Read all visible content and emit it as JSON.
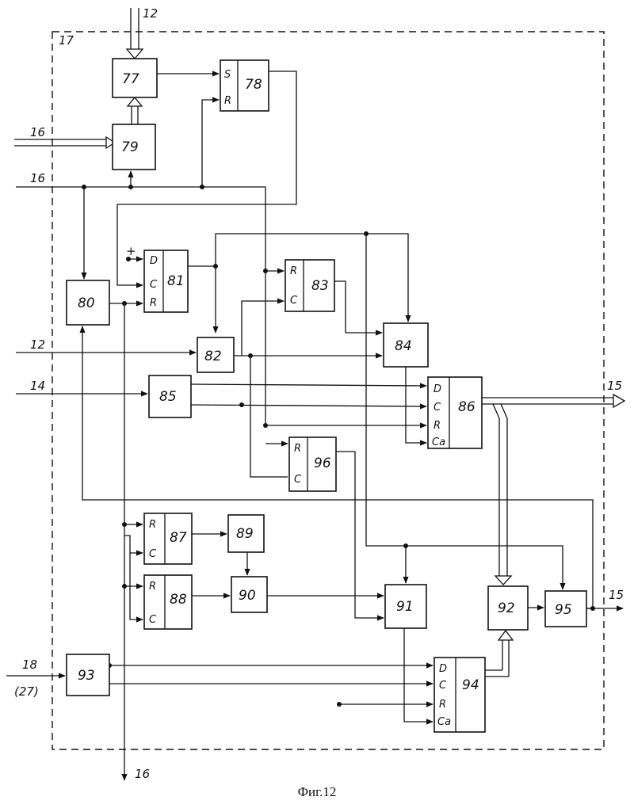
{
  "frame_label": "17",
  "caption": "Фиг.12",
  "blocks": [
    {
      "id": "b77",
      "label": "77"
    },
    {
      "id": "b78",
      "label": "78",
      "pins": [
        "S",
        "R"
      ]
    },
    {
      "id": "b79",
      "label": "79"
    },
    {
      "id": "b80",
      "label": "80"
    },
    {
      "id": "b81",
      "label": "81",
      "pins": [
        "D",
        "C",
        "R"
      ]
    },
    {
      "id": "b82",
      "label": "82"
    },
    {
      "id": "b83",
      "label": "83",
      "pins": [
        "R",
        "C"
      ]
    },
    {
      "id": "b84",
      "label": "84"
    },
    {
      "id": "b85",
      "label": "85"
    },
    {
      "id": "b86",
      "label": "86",
      "pins": [
        "D",
        "C",
        "R",
        "Ca"
      ]
    },
    {
      "id": "b87",
      "label": "87",
      "pins": [
        "R",
        "C"
      ]
    },
    {
      "id": "b88",
      "label": "88",
      "pins": [
        "R",
        "C"
      ]
    },
    {
      "id": "b89",
      "label": "89"
    },
    {
      "id": "b90",
      "label": "90"
    },
    {
      "id": "b91",
      "label": "91"
    },
    {
      "id": "b92",
      "label": "92"
    },
    {
      "id": "b93",
      "label": "93"
    },
    {
      "id": "b94",
      "label": "94",
      "pins": [
        "D",
        "C",
        "R",
        "Ca"
      ]
    },
    {
      "id": "b95",
      "label": "95"
    },
    {
      "id": "b96",
      "label": "96",
      "pins": [
        "R",
        "C"
      ]
    }
  ],
  "signals": {
    "in_top": "12",
    "in_bus_16": "16",
    "in_line_16": "16",
    "plus": "+",
    "in_12": "12",
    "in_14": "14",
    "out_bus_15": "15",
    "out_line_15": "15",
    "in_18": "18",
    "in_27": "(27)",
    "out_16": "16"
  }
}
